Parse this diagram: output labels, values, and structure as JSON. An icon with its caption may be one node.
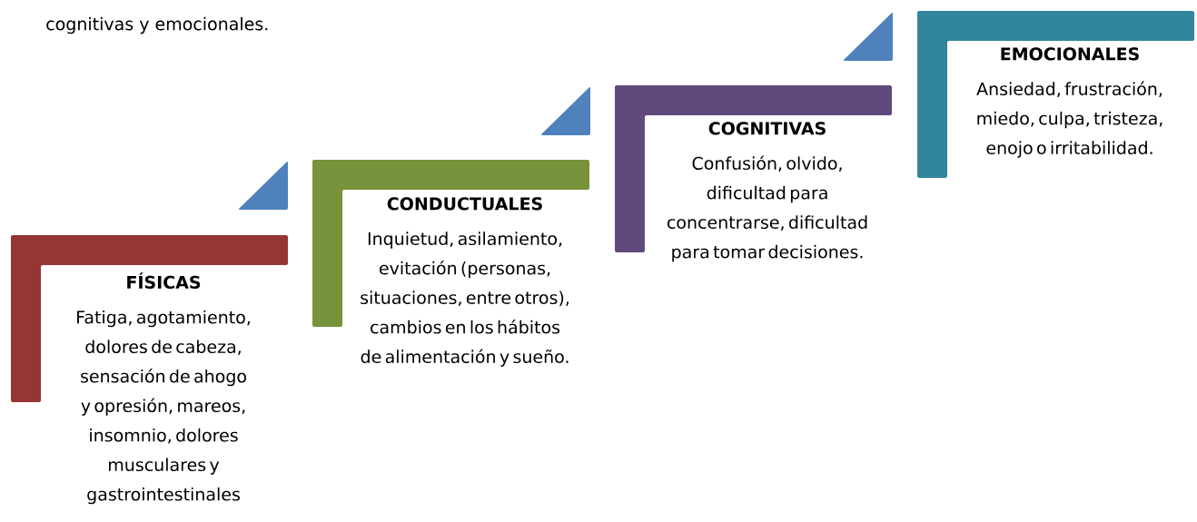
{
  "diagram": {
    "nodes": [
      {
        "text": [
          "FÍSICAS",
          "Fatiga, agotamiento, dolores de cabeza, sensación de ahogo y opresión, mareos, insomnio, dolores musculares y gastrointestinales"
        ]
      },
      {
        "text": [
          "CONDUCTUALES",
          "Inquietud, asilamiento, evitación (personas, situaciones, entre otros), cambios en los hábitos de alimentación y sueño."
        ]
      },
      {
        "text": [
          "COGNITIVAS",
          "Confusión, olvido, dificultad para concentrarse, dificultad para tomar decisiones."
        ]
      },
      {
        "text": [
          "EMOCIONALES",
          "Ansiedad, frustración, miedo, culpa, tristeza, enojo o irritabilidad."
        ]
      }
    ],
    "labels": [
      "cognitivas y emocionales."
    ]
  }
}
